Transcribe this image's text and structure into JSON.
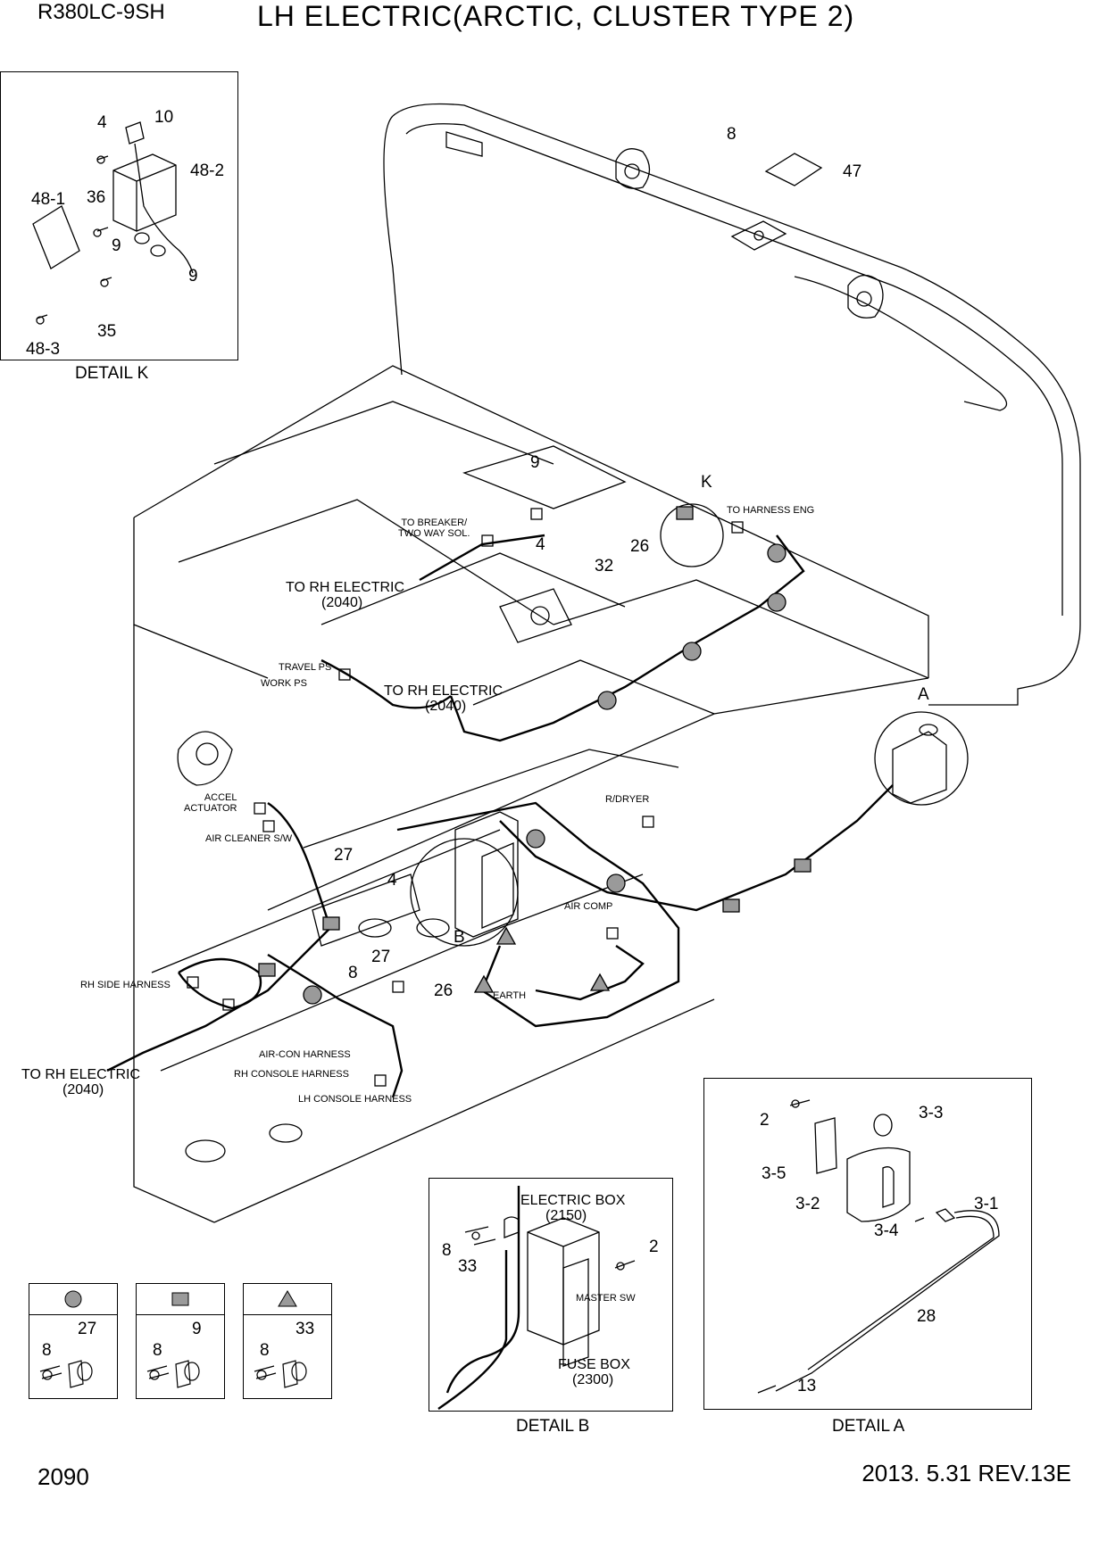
{
  "header": {
    "model": "R380LC-9SH",
    "title": "LH ELECTRIC(ARCTIC, CLUSTER TYPE 2)"
  },
  "footer": {
    "page": "2090",
    "revision": "2013. 5.31  REV.13E"
  },
  "detail_k": {
    "caption": "DETAIL K",
    "labels": [
      "4",
      "10",
      "48-2",
      "48-1",
      "36",
      "9",
      "9",
      "35",
      "48-3"
    ]
  },
  "main": {
    "callouts": [
      "8",
      "47",
      "9",
      "K",
      "4",
      "32",
      "26",
      "A",
      "27",
      "4",
      "B",
      "8",
      "27",
      "26"
    ],
    "notes": {
      "to_breaker": "TO BREAKER/\nTWO WAY SOL.",
      "to_harness_eng": "TO HARNESS ENG",
      "to_rh_1": "TO RH ELECTRIC",
      "to_rh_1_ref": "(2040)",
      "to_rh_2": "TO RH ELECTRIC",
      "to_rh_2_ref": "(2040)",
      "to_rh_3": "TO RH ELECTRIC",
      "to_rh_3_ref": "(2040)",
      "travel_ps": "TRAVEL PS",
      "work_ps": "WORK PS",
      "accel_actuator": "ACCEL\nACTUATOR",
      "air_cleaner_sw": "AIR CLEANER S/W",
      "r_dryer": "R/DRYER",
      "air_comp": "AIR COMP",
      "earth": "EARTH",
      "rh_side_harness": "RH SIDE HARNESS",
      "air_con_harness": "AIR-CON HARNESS",
      "rh_console_harness": "RH CONSOLE HARNESS",
      "lh_console_harness": "LH CONSOLE HARNESS"
    }
  },
  "legend": [
    {
      "symbol": "circle",
      "part": "27",
      "bolt": "8"
    },
    {
      "symbol": "square",
      "part": "9",
      "bolt": "8"
    },
    {
      "symbol": "triangle",
      "part": "33",
      "bolt": "8"
    }
  ],
  "detail_b": {
    "caption": "DETAIL B",
    "electric_box": "ELECTRIC BOX",
    "electric_box_ref": "(2150)",
    "fuse_box": "FUSE BOX",
    "fuse_box_ref": "(2300)",
    "master_sw": "MASTER SW",
    "labels": [
      "8",
      "33",
      "2"
    ]
  },
  "detail_a": {
    "caption": "DETAIL A",
    "labels": [
      "2",
      "3-3",
      "3-5",
      "3-2",
      "3-1",
      "3-4",
      "28",
      "13"
    ]
  },
  "colors": {
    "line": "#000000",
    "marker_fill": "#9a9a9a"
  }
}
